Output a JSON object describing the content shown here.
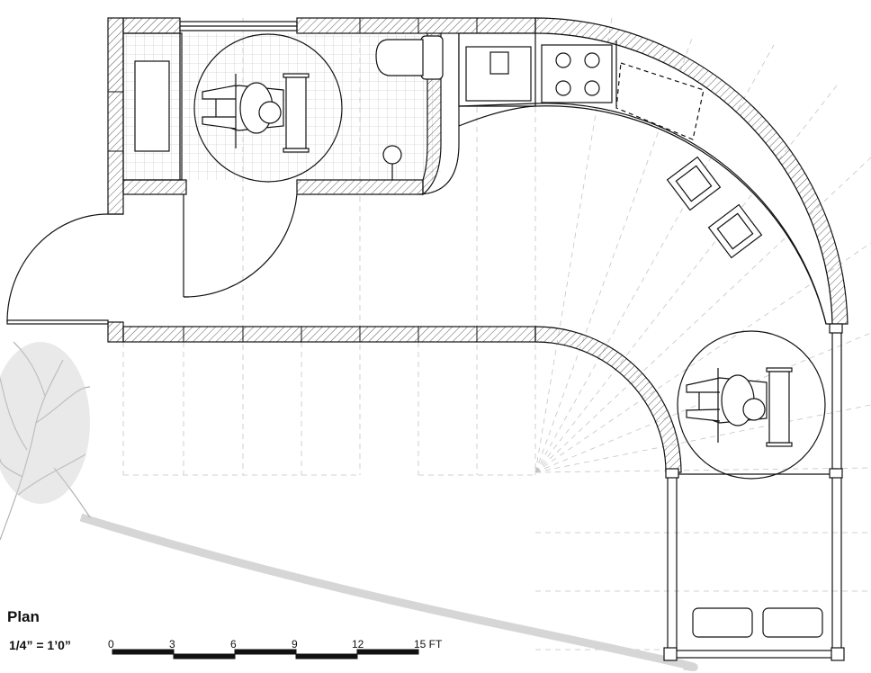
{
  "drawing": {
    "title": "Plan",
    "scale_note": "1/4” = 1’0”",
    "scale_bar": {
      "ticks": [
        "0",
        "3",
        "6",
        "9",
        "12",
        "15 FT"
      ]
    }
  },
  "colors": {
    "line": "#111111",
    "grid": "#9a9a9a",
    "tree": "#aaaaaa",
    "path": "#cfcfcf"
  },
  "icons": [
    "wheelchair-user-icon",
    "toilet-icon",
    "sink-icon",
    "cooktop-icon",
    "tree-icon",
    "stool-icon"
  ]
}
